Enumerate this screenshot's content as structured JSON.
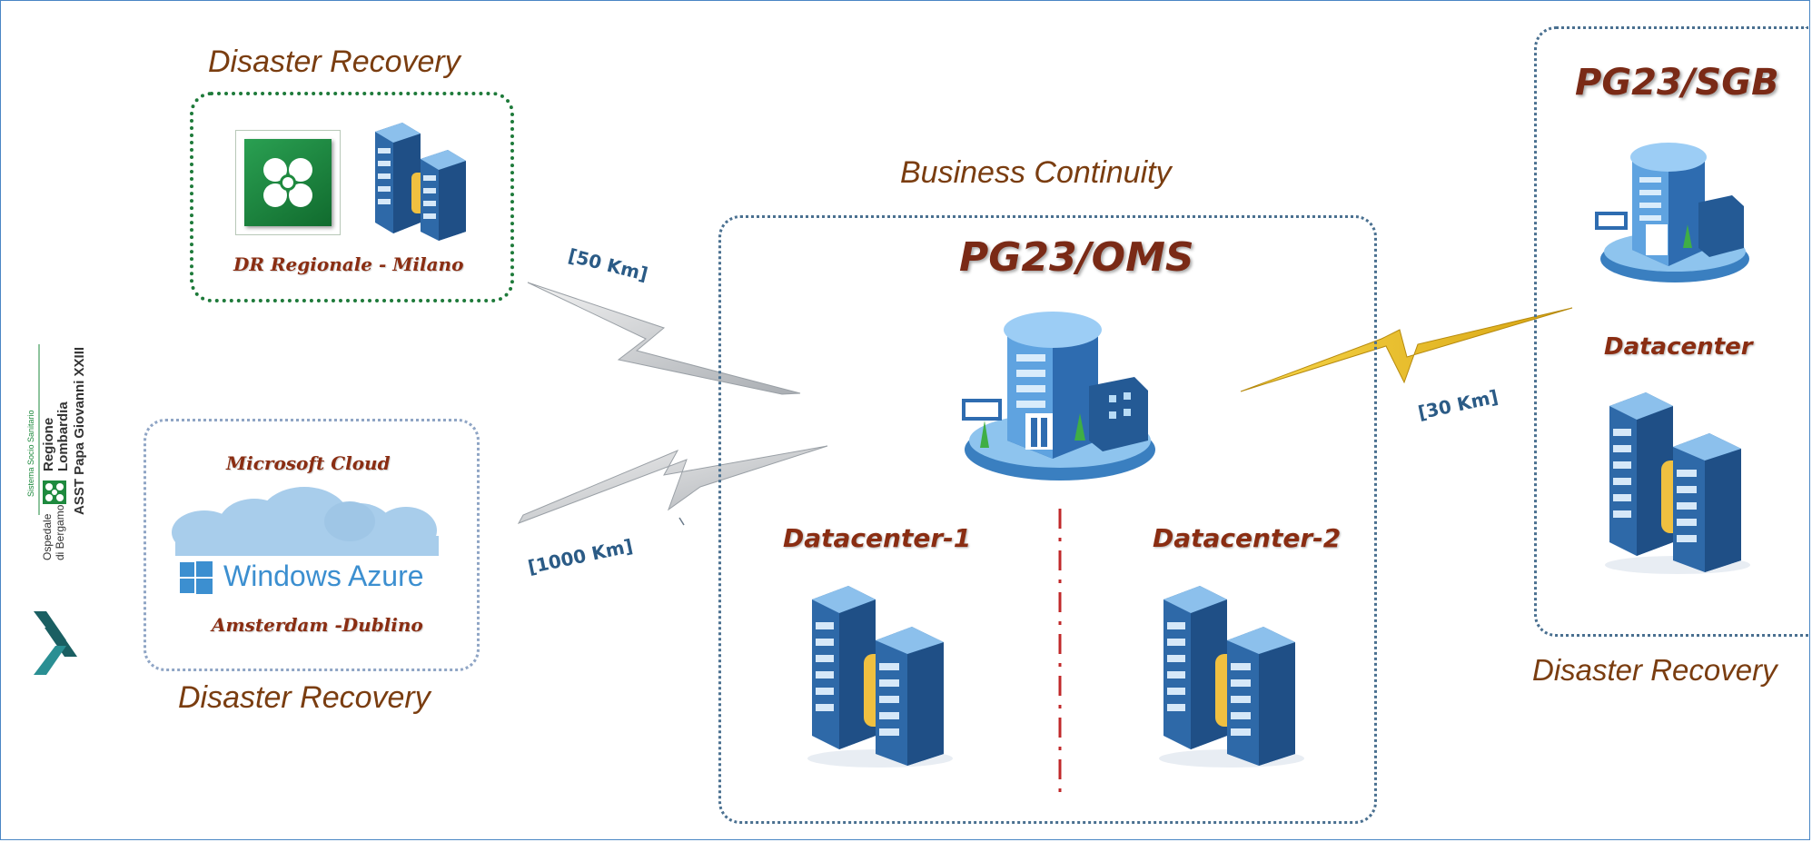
{
  "groups": {
    "dr_milano": {
      "title": "Disaster Recovery",
      "label": "DR Regionale - Milano"
    },
    "dr_cloud": {
      "title": "Disaster Recovery",
      "provider": "Microsoft Cloud",
      "service": "Windows Azure",
      "location": "Amsterdam -Dublino"
    },
    "bc": {
      "title": "Business Continuity",
      "heading": "PG23/OMS",
      "dc1": "Datacenter-1",
      "dc2": "Datacenter-2"
    },
    "sgb": {
      "heading": "PG23/SGB",
      "label": "Datacenter",
      "caption": "Disaster Recovery"
    }
  },
  "links": {
    "milano": "[50 Km]",
    "cloud": "[1000 Km]",
    "sgb": "[30 Km]"
  },
  "logo": {
    "line1": "Sistema Socio Sanitario",
    "line2": "Regione",
    "line3": "Lombardia",
    "line4": "ASST Papa Giovanni XXIII",
    "line5": "Ospedale",
    "line6": "di Bergamo"
  },
  "colors": {
    "title_brown": "#7a3d10",
    "heading_red": "#7a2a16",
    "link_blue": "#2b5b86",
    "green_dotted": "#1e7a3a",
    "blue_dotted": "#4a7090",
    "lightning_gray": "#b8bcc0",
    "lightning_gold": "#e0b31a",
    "divider_red": "#c0282a",
    "lombardia_green": "#1e8a3e"
  }
}
